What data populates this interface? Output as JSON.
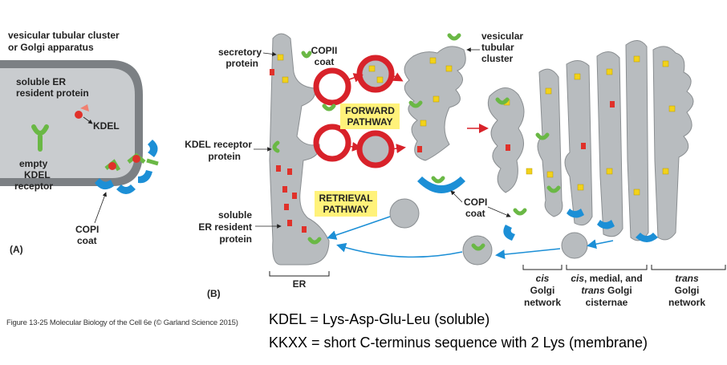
{
  "panelA": {
    "label": "(A)",
    "title_line1": "vesicular tubular cluster",
    "title_line2": "or Golgi apparatus",
    "soluble_line1": "soluble ER",
    "soluble_line2": "resident protein",
    "kdel": "KDEL",
    "empty_line1": "empty",
    "empty_line2": "KDEL",
    "empty_line3": "receptor",
    "copi_line1": "COPI",
    "copi_line2": "coat"
  },
  "panelB": {
    "label": "(B)",
    "secretory_line1": "secretory",
    "secretory_line2": "protein",
    "copii_line1": "COPII",
    "copii_line2": "coat",
    "vtc_line1": "vesicular",
    "vtc_line2": "tubular",
    "vtc_line3": "cluster",
    "forward_line1": "FORWARD",
    "forward_line2": "PATHWAY",
    "kdel_rec_line1": "KDEL receptor",
    "kdel_rec_line2": "protein",
    "retrieval_line1": "RETRIEVAL",
    "retrieval_line2": "PATHWAY",
    "copi_line1": "COPI",
    "copi_line2": "coat",
    "soluble_line1": "soluble",
    "soluble_line2": "ER resident",
    "soluble_line3": "protein",
    "er": "ER",
    "cis_line1": "cis",
    "cis_line2": "Golgi",
    "cis_line3": "network",
    "medial_line1a": "cis",
    "medial_line1b": ", medial, and",
    "medial_line2a": "trans",
    "medial_line2b": " Golgi",
    "medial_line3": "cisternae",
    "trans_line1": "trans",
    "trans_line2": "Golgi",
    "trans_line3": "network"
  },
  "caption": "Figure 13-25  Molecular Biology of the Cell 6e (© Garland Science 2015)",
  "notes": {
    "line1": "KDEL = Lys-Asp-Glu-Leu (soluble)",
    "line2": "KKXX = short C-terminus sequence with 2 Lys (membrane)"
  },
  "colors": {
    "membrane": "#b8bcbf",
    "membrane_dark": "#7c8084",
    "copii": "#d8222a",
    "copi": "#1c8fd6",
    "receptor": "#6ab845",
    "secretory": "#f2d21a",
    "resident": "#e0312a",
    "pathway_box": "#fff27a",
    "arrow_forward": "#d8222a",
    "arrow_retrieval": "#1c8fd6"
  }
}
